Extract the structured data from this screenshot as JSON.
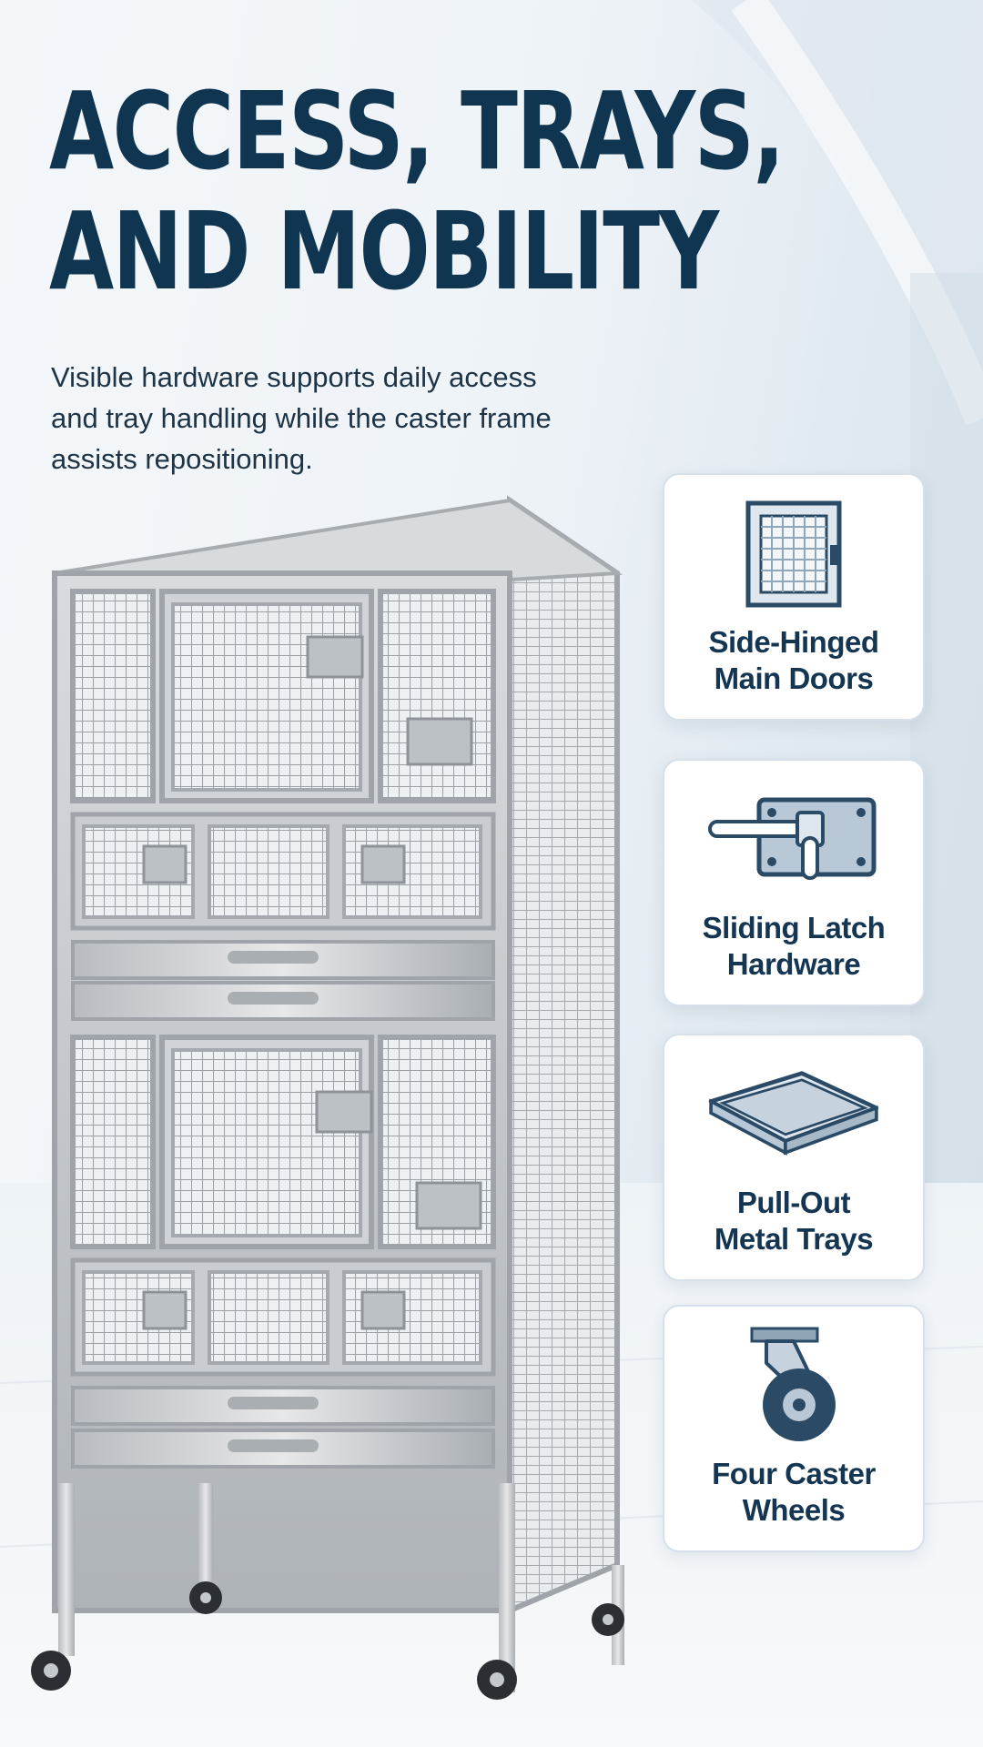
{
  "hero": {
    "title_line1": "ACCESS, TRAYS,",
    "title_line2": "AND MOBILITY",
    "subtitle_line1": "Visible hardware supports daily access",
    "subtitle_line2": "and tray handling while the caster frame",
    "subtitle_line3": "assists repositioning."
  },
  "features": [
    {
      "line1": "Side-Hinged",
      "line2": "Main Doors",
      "icon": "door-icon"
    },
    {
      "line1": "Sliding Latch",
      "line2": "Hardware",
      "icon": "latch-icon"
    },
    {
      "line1": "Pull-Out",
      "line2": "Metal Trays",
      "icon": "tray-icon"
    },
    {
      "line1": "Four Caster",
      "line2": "Wheels",
      "icon": "caster-wheel-icon"
    }
  ],
  "colors": {
    "title": "#0f3550",
    "icon_dark": "#2a4a66",
    "icon_fill": "#b9c8d6",
    "card_border": "#d5e0ea"
  }
}
